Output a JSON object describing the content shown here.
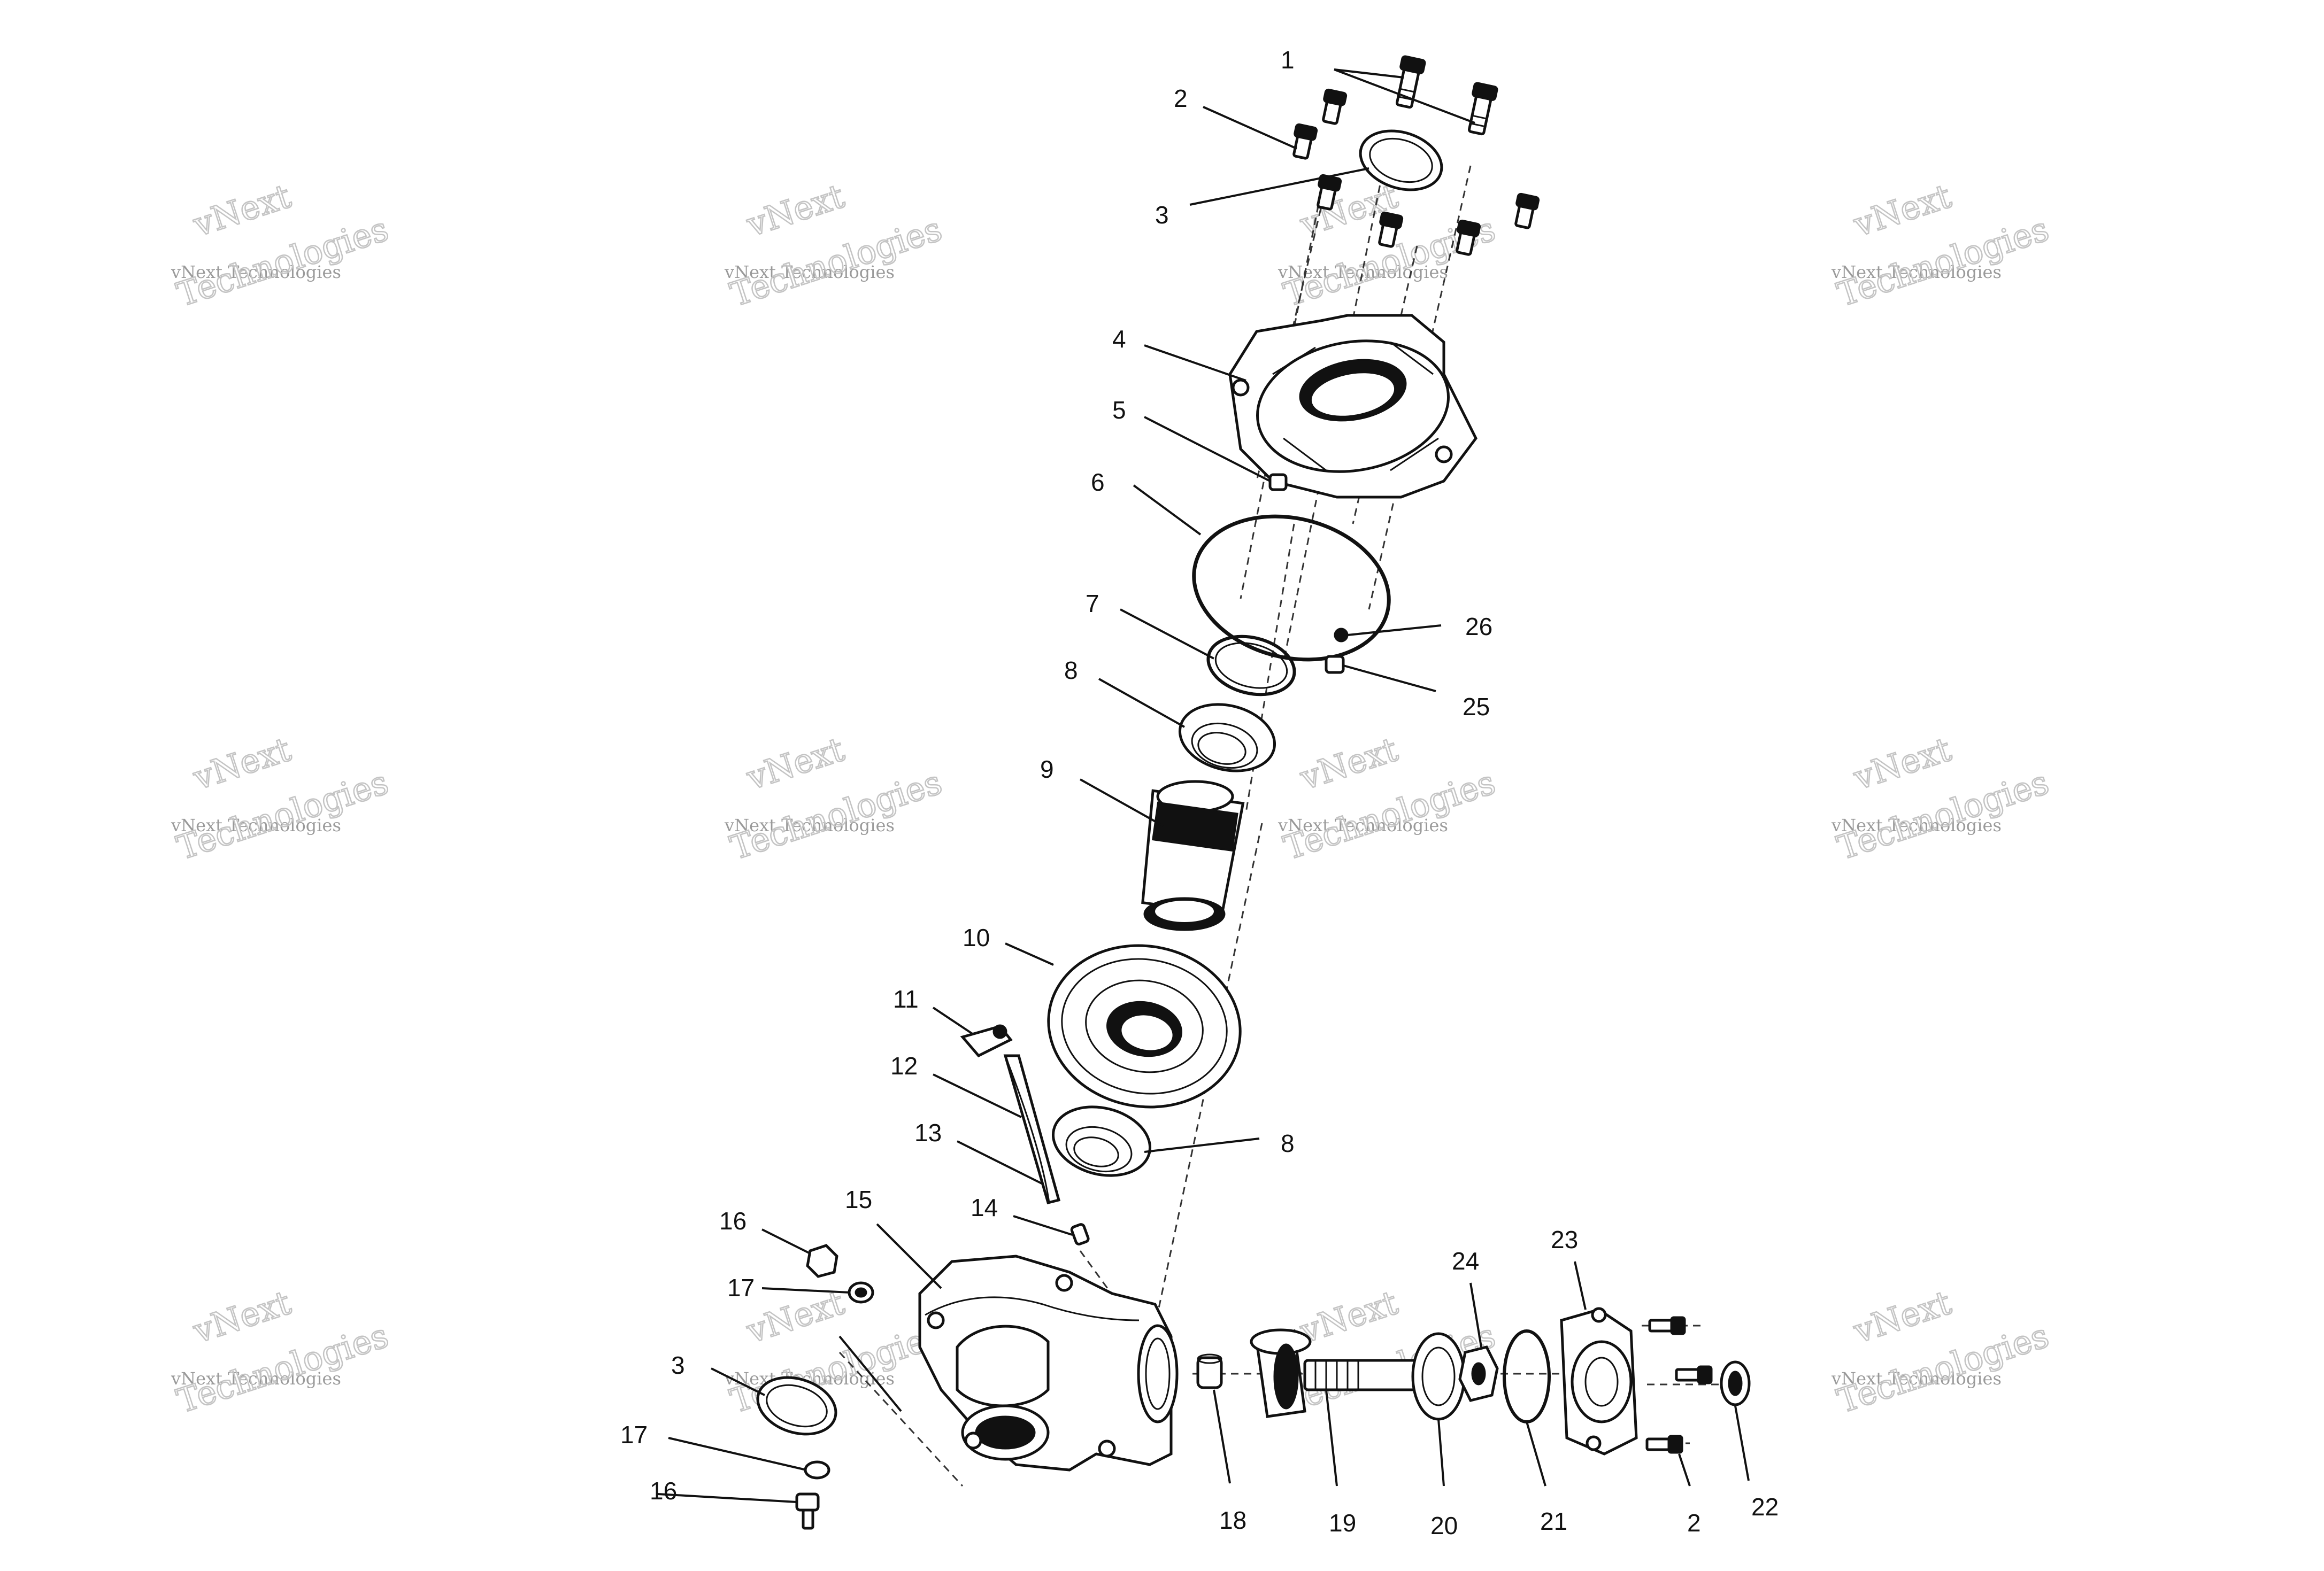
{
  "watermark": {
    "line1": "vNext",
    "line2": "vNext Technologies",
    "line3": "Technologies"
  },
  "callouts": [
    {
      "id": "c1",
      "text": "1"
    },
    {
      "id": "c2a",
      "text": "2"
    },
    {
      "id": "c3a",
      "text": "3"
    },
    {
      "id": "c4",
      "text": "4"
    },
    {
      "id": "c5",
      "text": "5"
    },
    {
      "id": "c6",
      "text": "6"
    },
    {
      "id": "c7",
      "text": "7"
    },
    {
      "id": "c8a",
      "text": "8"
    },
    {
      "id": "c9",
      "text": "9"
    },
    {
      "id": "c10",
      "text": "10"
    },
    {
      "id": "c11",
      "text": "11"
    },
    {
      "id": "c12",
      "text": "12"
    },
    {
      "id": "c13",
      "text": "13"
    },
    {
      "id": "c14",
      "text": "14"
    },
    {
      "id": "c15",
      "text": "15"
    },
    {
      "id": "c16a",
      "text": "16"
    },
    {
      "id": "c17a",
      "text": "17"
    },
    {
      "id": "c3b",
      "text": "3"
    },
    {
      "id": "c17b",
      "text": "17"
    },
    {
      "id": "c16b",
      "text": "16"
    },
    {
      "id": "c8b",
      "text": "8"
    },
    {
      "id": "c18",
      "text": "18"
    },
    {
      "id": "c19",
      "text": "19"
    },
    {
      "id": "c20",
      "text": "20"
    },
    {
      "id": "c21",
      "text": "21"
    },
    {
      "id": "c2b",
      "text": "2"
    },
    {
      "id": "c22",
      "text": "22"
    },
    {
      "id": "c23",
      "text": "23"
    },
    {
      "id": "c24",
      "text": "24"
    },
    {
      "id": "c25",
      "text": "25"
    },
    {
      "id": "c26",
      "text": "26"
    }
  ]
}
